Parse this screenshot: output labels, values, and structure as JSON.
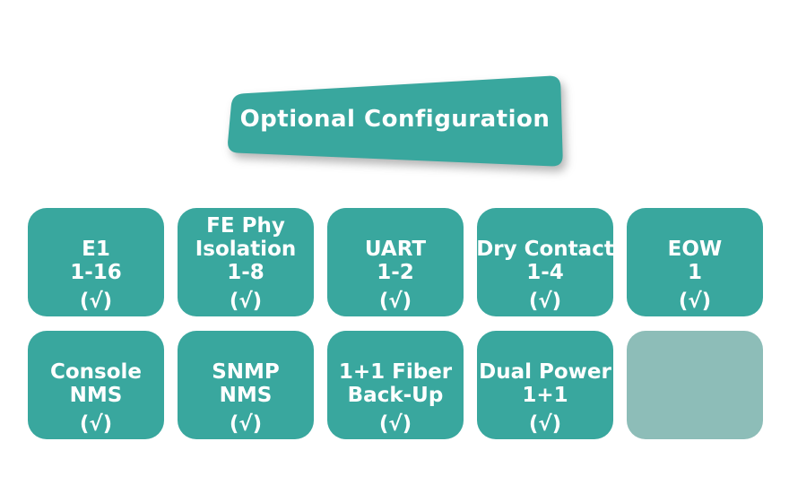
{
  "colors": {
    "primary": "#39a79e",
    "light_box": "#8dbdb8",
    "text_on_primary": "#ffffff",
    "background": "#ffffff"
  },
  "banner": {
    "title": "Optional Configuration"
  },
  "grid": {
    "check_mark": "(√)",
    "rows": [
      {
        "boxes": [
          {
            "id": "e1",
            "lines": [
              "E1",
              "1-16",
              "(√)"
            ]
          },
          {
            "id": "fe-phy-isolation",
            "lines": [
              "FE Phy",
              "Isolation",
              "1-8",
              "(√)"
            ]
          },
          {
            "id": "uart",
            "lines": [
              "UART",
              "1-2",
              "(√)"
            ]
          },
          {
            "id": "dry-contact",
            "lines": [
              "Dry Contact",
              "1-4",
              "(√)"
            ]
          },
          {
            "id": "eow",
            "lines": [
              "EOW",
              "1",
              "(√)"
            ]
          }
        ]
      },
      {
        "boxes": [
          {
            "id": "console-nms",
            "lines": [
              "Console",
              "NMS",
              "(√)"
            ]
          },
          {
            "id": "snmp-nms",
            "lines": [
              "SNMP",
              "NMS",
              "(√)"
            ]
          },
          {
            "id": "fiber-backup",
            "lines": [
              "1+1 Fiber",
              "Back-Up",
              "(√)"
            ]
          },
          {
            "id": "dual-power",
            "lines": [
              "Dual Power",
              "1+1",
              "(√)"
            ]
          },
          {
            "id": "empty-option",
            "lines": [],
            "empty": true
          }
        ]
      }
    ]
  }
}
